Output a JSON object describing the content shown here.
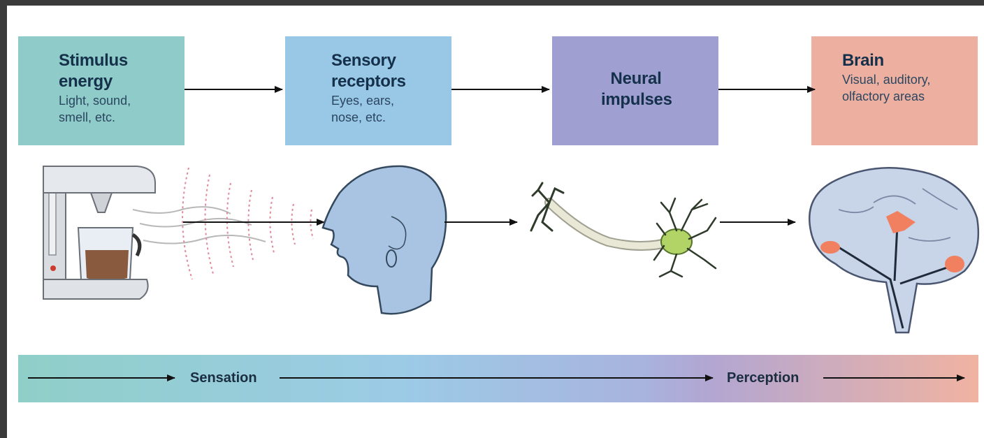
{
  "stages": [
    {
      "id": "stimulus",
      "title_line1": "Stimulus",
      "title_line2": "energy",
      "sub_line1": "Light, sound,",
      "sub_line2": "smell, etc."
    },
    {
      "id": "receptors",
      "title_line1": "Sensory",
      "title_line2": "receptors",
      "sub_line1": "Eyes, ears,",
      "sub_line2": "nose, etc."
    },
    {
      "id": "neural",
      "title_line1": "Neural",
      "title_line2": "impulses"
    },
    {
      "id": "brain",
      "title_line1": "Brain",
      "sub_line1": "Visual, auditory,",
      "sub_line2": "olfactory areas"
    }
  ],
  "band": {
    "sensation": "Sensation",
    "perception": "Perception"
  },
  "colors": {
    "stimulus_box": "#8fccc9",
    "receptors_box": "#99c7e6",
    "neural_box": "#9f9fd2",
    "brain_box": "#edb0a0",
    "brain_highlight": "#f08060",
    "coffee": "#8a5a3e"
  },
  "illustrations": [
    "coffee-maker-icon",
    "head-profile-icon",
    "neuron-icon",
    "brain-icon"
  ]
}
